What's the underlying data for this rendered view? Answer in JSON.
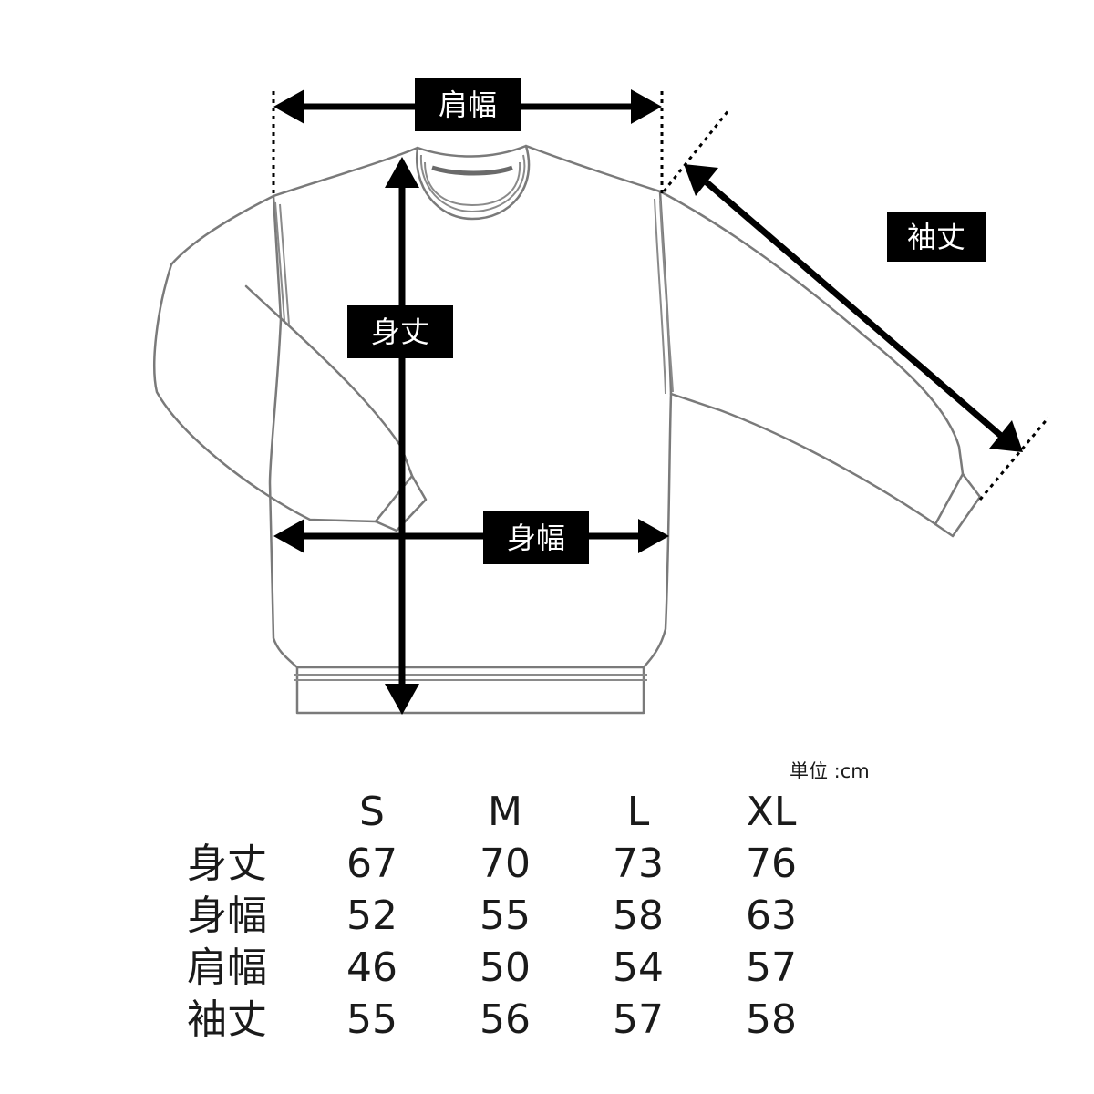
{
  "diagram": {
    "labels": {
      "shoulder_width": "肩幅",
      "body_length": "身丈",
      "body_width": "身幅",
      "sleeve_length": "袖丈"
    }
  },
  "unit": "単位 :cm",
  "table": {
    "sizes": [
      "S",
      "M",
      "L",
      "XL"
    ],
    "rows": [
      {
        "label": "身丈",
        "values": [
          "67",
          "70",
          "73",
          "76"
        ]
      },
      {
        "label": "身幅",
        "values": [
          "52",
          "55",
          "58",
          "63"
        ]
      },
      {
        "label": "肩幅",
        "values": [
          "46",
          "50",
          "54",
          "57"
        ]
      },
      {
        "label": "袖丈",
        "values": [
          "55",
          "56",
          "57",
          "58"
        ]
      }
    ]
  }
}
